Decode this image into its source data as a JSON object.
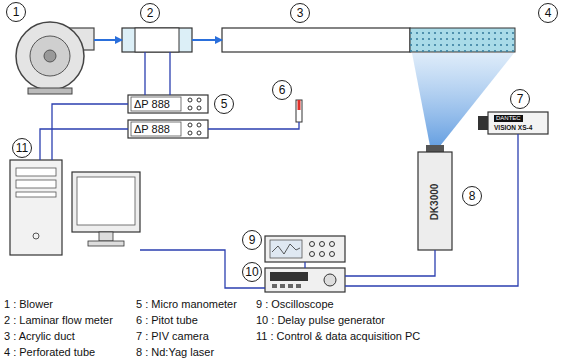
{
  "diagram": {
    "nodes": [
      {
        "text": [
          "1"
        ]
      },
      {
        "text": [
          "2"
        ]
      },
      {
        "text": [
          "3"
        ]
      },
      {
        "text": [
          "4"
        ]
      },
      {
        "text": [
          "5",
          "ΔP 888"
        ]
      },
      {
        "text": [
          "ΔP 888"
        ]
      },
      {
        "text": [
          "6"
        ]
      },
      {
        "text": [
          "7",
          "DANTEC",
          "VISION XS-4"
        ]
      },
      {
        "text": [
          "8",
          "DK3000"
        ]
      },
      {
        "text": [
          "9"
        ]
      },
      {
        "text": [
          "10"
        ]
      },
      {
        "text": [
          "11"
        ]
      }
    ],
    "edges": [
      {
        "from": 0,
        "to": 1,
        "arrow": "to"
      },
      {
        "from": 1,
        "to": 2,
        "arrow": "to"
      },
      {
        "from": 1,
        "to": 4,
        "arrow": "none"
      },
      {
        "from": 4,
        "to": 11,
        "arrow": "none"
      },
      {
        "from": 5,
        "to": 11,
        "arrow": "none"
      },
      {
        "from": 5,
        "to": 6,
        "arrow": "none"
      },
      {
        "from": 11,
        "to": 10,
        "arrow": "none"
      },
      {
        "from": 9,
        "to": 10,
        "arrow": "none"
      },
      {
        "from": 10,
        "to": 8,
        "arrow": "none"
      },
      {
        "from": 10,
        "to": 7,
        "arrow": "none"
      }
    ],
    "labels": [
      "1 : Blower",
      "2 : Laminar flow meter",
      "3 : Acrylic duct",
      "4 : Perforated tube",
      "5 : Micro manometer",
      "6 : Pitot tube",
      "7 : PIV camera",
      "8 : Nd:Yag laser",
      "9 : Oscilloscope",
      "10 : Delay pulse generator",
      "11 : Control & data acquisition PC"
    ]
  }
}
